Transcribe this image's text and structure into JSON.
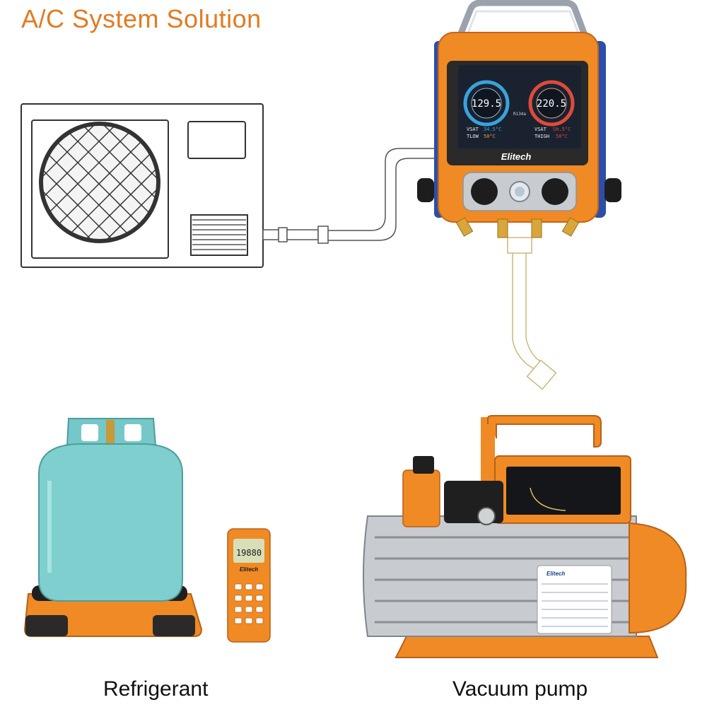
{
  "page": {
    "title": "A/C System Solution"
  },
  "colors": {
    "accent": "#e47a21",
    "device_orange": "#f08a24",
    "tank": "#7fcfcf",
    "screen": "#1a2230"
  },
  "manifold": {
    "brand": "Elitech",
    "low_side": {
      "pressure": "129.5",
      "vsat_label": "VSAT",
      "vsat_value": "34.5°C",
      "tlow_label": "TLOW",
      "tlow_value": "50°C"
    },
    "high_side": {
      "pressure": "220.5",
      "tsat_label": "VSAT",
      "tsat_value": "Sh.5°C",
      "thigh_label": "THIGH",
      "thigh_value": "50°C"
    },
    "refrigerant": "R134a"
  },
  "scale": {
    "brand": "Elitech",
    "reading": "19880"
  },
  "labels": {
    "refrigerant": "Refrigerant",
    "vacuum_pump": "Vacuum pump"
  },
  "pump": {
    "brand": "Elitech"
  }
}
